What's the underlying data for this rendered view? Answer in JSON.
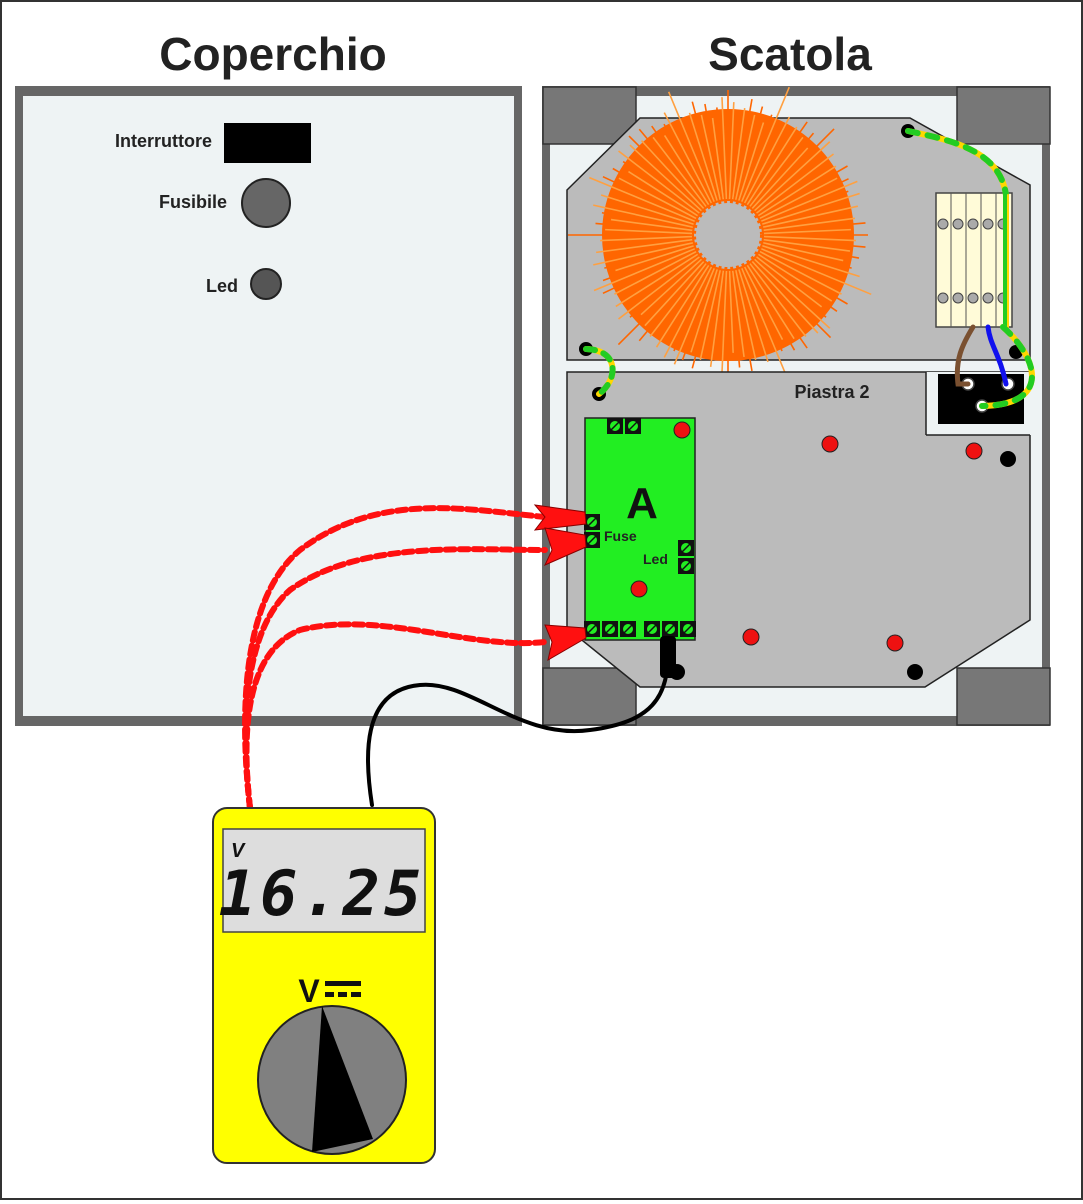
{
  "titles": {
    "lid": "Coperchio",
    "box": "Scatola"
  },
  "lid_panel": {
    "switch_label": "Interruttore",
    "fuse_label": "Fusibile",
    "led_label": "Led"
  },
  "box_panel": {
    "plate_label": "Piastra 2",
    "board_letter": "A",
    "fuse_label": "Fuse",
    "led_label": "Led"
  },
  "multimeter": {
    "reading": "16.25",
    "unit_small": "V",
    "mode_label": "V"
  },
  "colors": {
    "panel_fill": "#eef3f4",
    "board_green": "#22ee22",
    "plate_gray": "#bbbbbb",
    "meter_yellow": "#ffff00",
    "probe_red": "#ff1010",
    "toroid_orange": "#ff6600"
  }
}
